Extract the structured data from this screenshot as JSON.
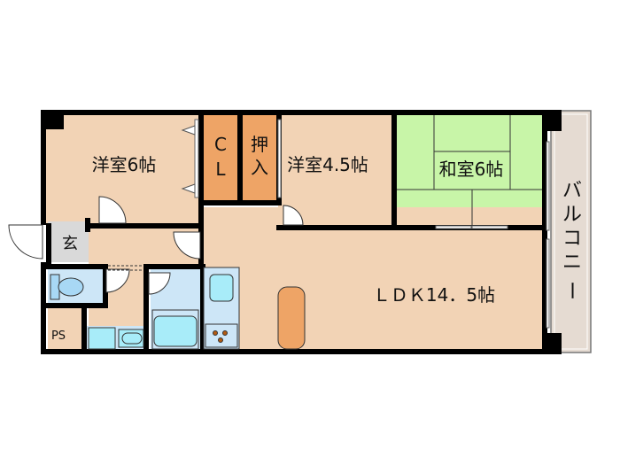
{
  "floorplan": {
    "colors": {
      "western_room": "#f2d3b5",
      "closet": "#eea466",
      "tatami": "#c8f5a8",
      "balcony": "#e5dbd2",
      "entrance": "#d9d9d9",
      "wet_area": "#cde6f7",
      "fixture": "#a8ecf9",
      "wall": "#000000",
      "counter": "#eea466"
    },
    "rooms": {
      "western1": "洋室6帖",
      "cl_top": "C",
      "cl_bottom": "L",
      "oshiire_top": "押",
      "oshiire_bottom": "入",
      "western2": "洋室4.5帖",
      "japanese": "和室6帖",
      "balcony": [
        "バ",
        "ル",
        "コ",
        "ニ",
        "ー"
      ],
      "entrance": "玄",
      "ps": "PS",
      "ldk": "ＬＤＫ14．5帖"
    }
  }
}
